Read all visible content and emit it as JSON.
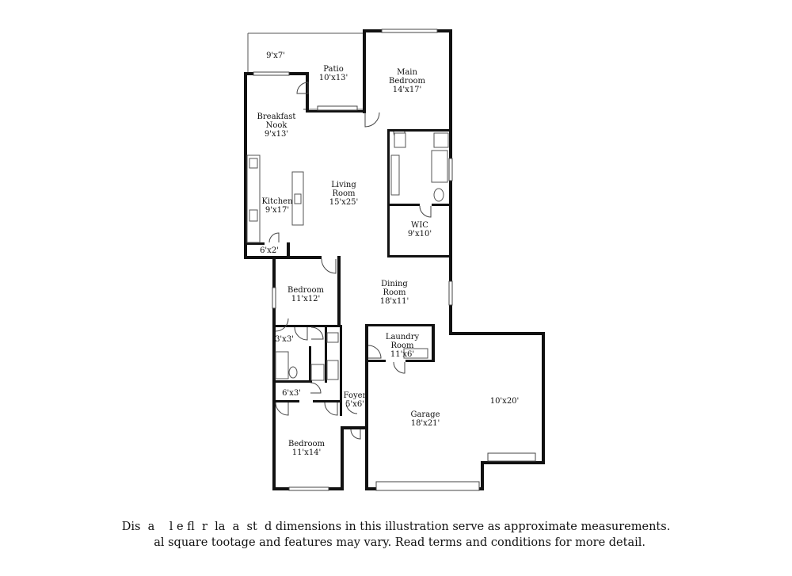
{
  "rooms": {
    "patio_small": {
      "name": "",
      "dim": "9'x7'"
    },
    "patio": {
      "name": "Patio",
      "dim": "10'x13'"
    },
    "main_bedroom": {
      "name": "Main",
      "name2": "Bedroom",
      "dim": "14'x17'"
    },
    "breakfast_nook": {
      "name": "Breakfast",
      "name2": "Nook",
      "dim": "9'x13'"
    },
    "kitchen": {
      "name": "Kitchen",
      "dim": "9'x17'"
    },
    "living_room": {
      "name": "Living",
      "name2": "Room",
      "dim": "15'x25'"
    },
    "wic": {
      "name": "WIC",
      "dim": "9'x10'"
    },
    "pantry": {
      "name": "",
      "dim": "6'x2'"
    },
    "bedroom_1": {
      "name": "Bedroom",
      "dim": "11'x12'"
    },
    "dining_room": {
      "name": "Dining",
      "name2": "Room",
      "dim": "18'x11'"
    },
    "closet_1": {
      "name": "",
      "dim": "3'x3'"
    },
    "laundry_room": {
      "name": "Laundry",
      "name2": "Room",
      "dim": "11'x6'"
    },
    "closet_2": {
      "name": "",
      "dim": "6'x3'"
    },
    "foyer": {
      "name": "Foyer",
      "dim": "5'x6'"
    },
    "garage": {
      "name": "Garage",
      "dim": "18'x21'"
    },
    "garage_bay": {
      "name": "",
      "dim": "10'x20'"
    },
    "bedroom_2": {
      "name": "Bedroom",
      "dim": "11'x14'"
    }
  },
  "disclaimer": {
    "line1": "Dis  a    l e fl  r  la  a  st  d dimensions in this illustration serve as approximate measurements.",
    "line2": "  al square tootage and features may vary. Read terms and conditions for more detail."
  },
  "colors": {
    "wall": "#111111",
    "background": "#ffffff"
  }
}
